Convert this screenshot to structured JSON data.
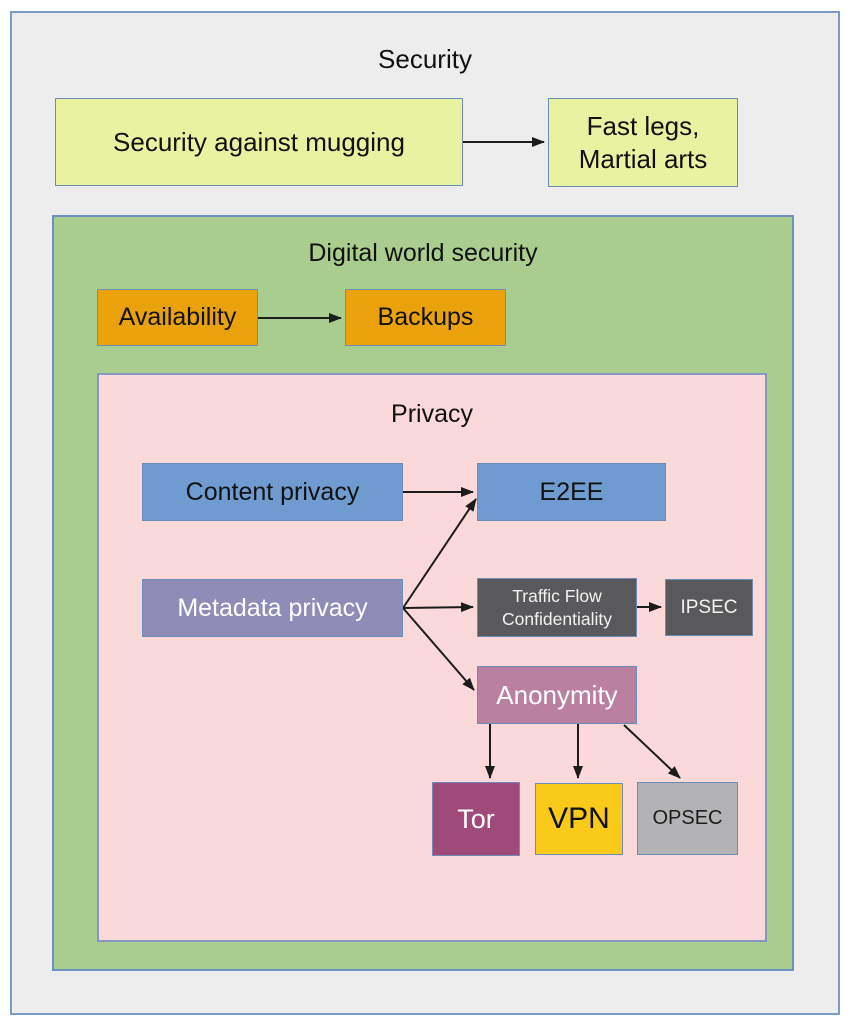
{
  "title": "Security",
  "groups": {
    "digital_world": {
      "title": "Digital world security"
    },
    "privacy": {
      "title": "Privacy"
    }
  },
  "nodes": {
    "security_against_mugging": {
      "label": "Security against mugging"
    },
    "fast_legs_martial_arts": {
      "label": "Fast legs,\nMartial arts"
    },
    "availability": {
      "label": "Availability"
    },
    "backups": {
      "label": "Backups"
    },
    "content_privacy": {
      "label": "Content privacy"
    },
    "e2ee": {
      "label": "E2EE"
    },
    "metadata_privacy": {
      "label": "Metadata privacy"
    },
    "traffic_flow_confidentiality": {
      "label": "Traffic Flow\nConfidentiality"
    },
    "ipsec": {
      "label": "IPSEC"
    },
    "anonymity": {
      "label": "Anonymity"
    },
    "tor": {
      "label": "Tor"
    },
    "vpn": {
      "label": "VPN"
    },
    "opsec": {
      "label": "OPSEC"
    }
  },
  "edges": [
    {
      "from": "security_against_mugging",
      "to": "fast_legs_martial_arts"
    },
    {
      "from": "availability",
      "to": "backups"
    },
    {
      "from": "content_privacy",
      "to": "e2ee"
    },
    {
      "from": "metadata_privacy",
      "to": "e2ee"
    },
    {
      "from": "metadata_privacy",
      "to": "traffic_flow_confidentiality"
    },
    {
      "from": "metadata_privacy",
      "to": "anonymity"
    },
    {
      "from": "traffic_flow_confidentiality",
      "to": "ipsec"
    },
    {
      "from": "anonymity",
      "to": "tor"
    },
    {
      "from": "anonymity",
      "to": "vpn"
    },
    {
      "from": "anonymity",
      "to": "opsec"
    }
  ],
  "colors": {
    "outer_background": "#ededed",
    "container_border": "#7b9ac8",
    "digital_world_green": "#a9cd8e",
    "privacy_pink": "#fbd8d9",
    "mugging_yellow_green": "#e9f2a1",
    "availability_orange": "#e9a20b",
    "privacy_node_blue": "#6f9bd1",
    "metadata_purple": "#8f8db8",
    "traffic_dark_gray": "#59595b",
    "anonymity_mauve": "#b9809f",
    "tor_magenta": "#a04a7c",
    "vpn_yellow": "#f9ca19",
    "opsec_gray": "#b3b3b5",
    "arrow_black": "#1c1c1c"
  }
}
